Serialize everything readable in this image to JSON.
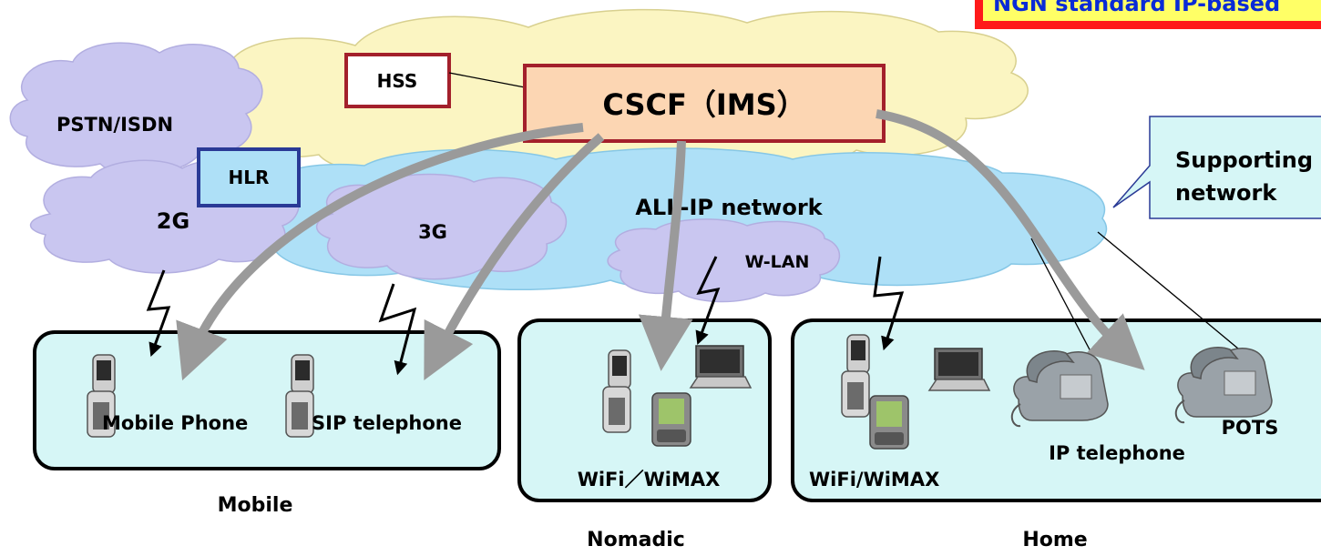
{
  "banner": {
    "text": "NGN standard IP-based"
  },
  "core": {
    "cscf_label": "CSCF（IMS）",
    "hss_label": "HSS",
    "hlr_label": "HLR",
    "pstn_label": "PSTN/ISDN",
    "allip_label": "ALL-IP network"
  },
  "access_clouds": {
    "twog_label": "2G",
    "threeg_label": "3G",
    "wlan_label": "W-LAN"
  },
  "callout": {
    "line1": "Supporting",
    "line2": "network"
  },
  "groups": {
    "mobile": {
      "caption": "Mobile",
      "device1_label": "Mobile Phone",
      "device2_label": "SIP telephone"
    },
    "nomadic": {
      "caption": "Nomadic",
      "device_label": "WiFi／WiMAX"
    },
    "home": {
      "caption": "Home",
      "wifi_label": "WiFi/WiMAX",
      "ip_label": "IP telephone",
      "pots_label": "POTS"
    }
  },
  "colors": {
    "ims_cloud": "#fbf5c2",
    "allip_cloud": "#aee0f7",
    "access_cloud": "#c9c6f0",
    "group_fill": "#d6f6f6",
    "cscf_fill": "#fcd6b3",
    "border_red": "#a3202b",
    "border_blue": "#2a3a96",
    "arrow_gray": "#9a9a9a",
    "banner_red": "#ff1a1a",
    "banner_yellow": "#ffff66"
  }
}
